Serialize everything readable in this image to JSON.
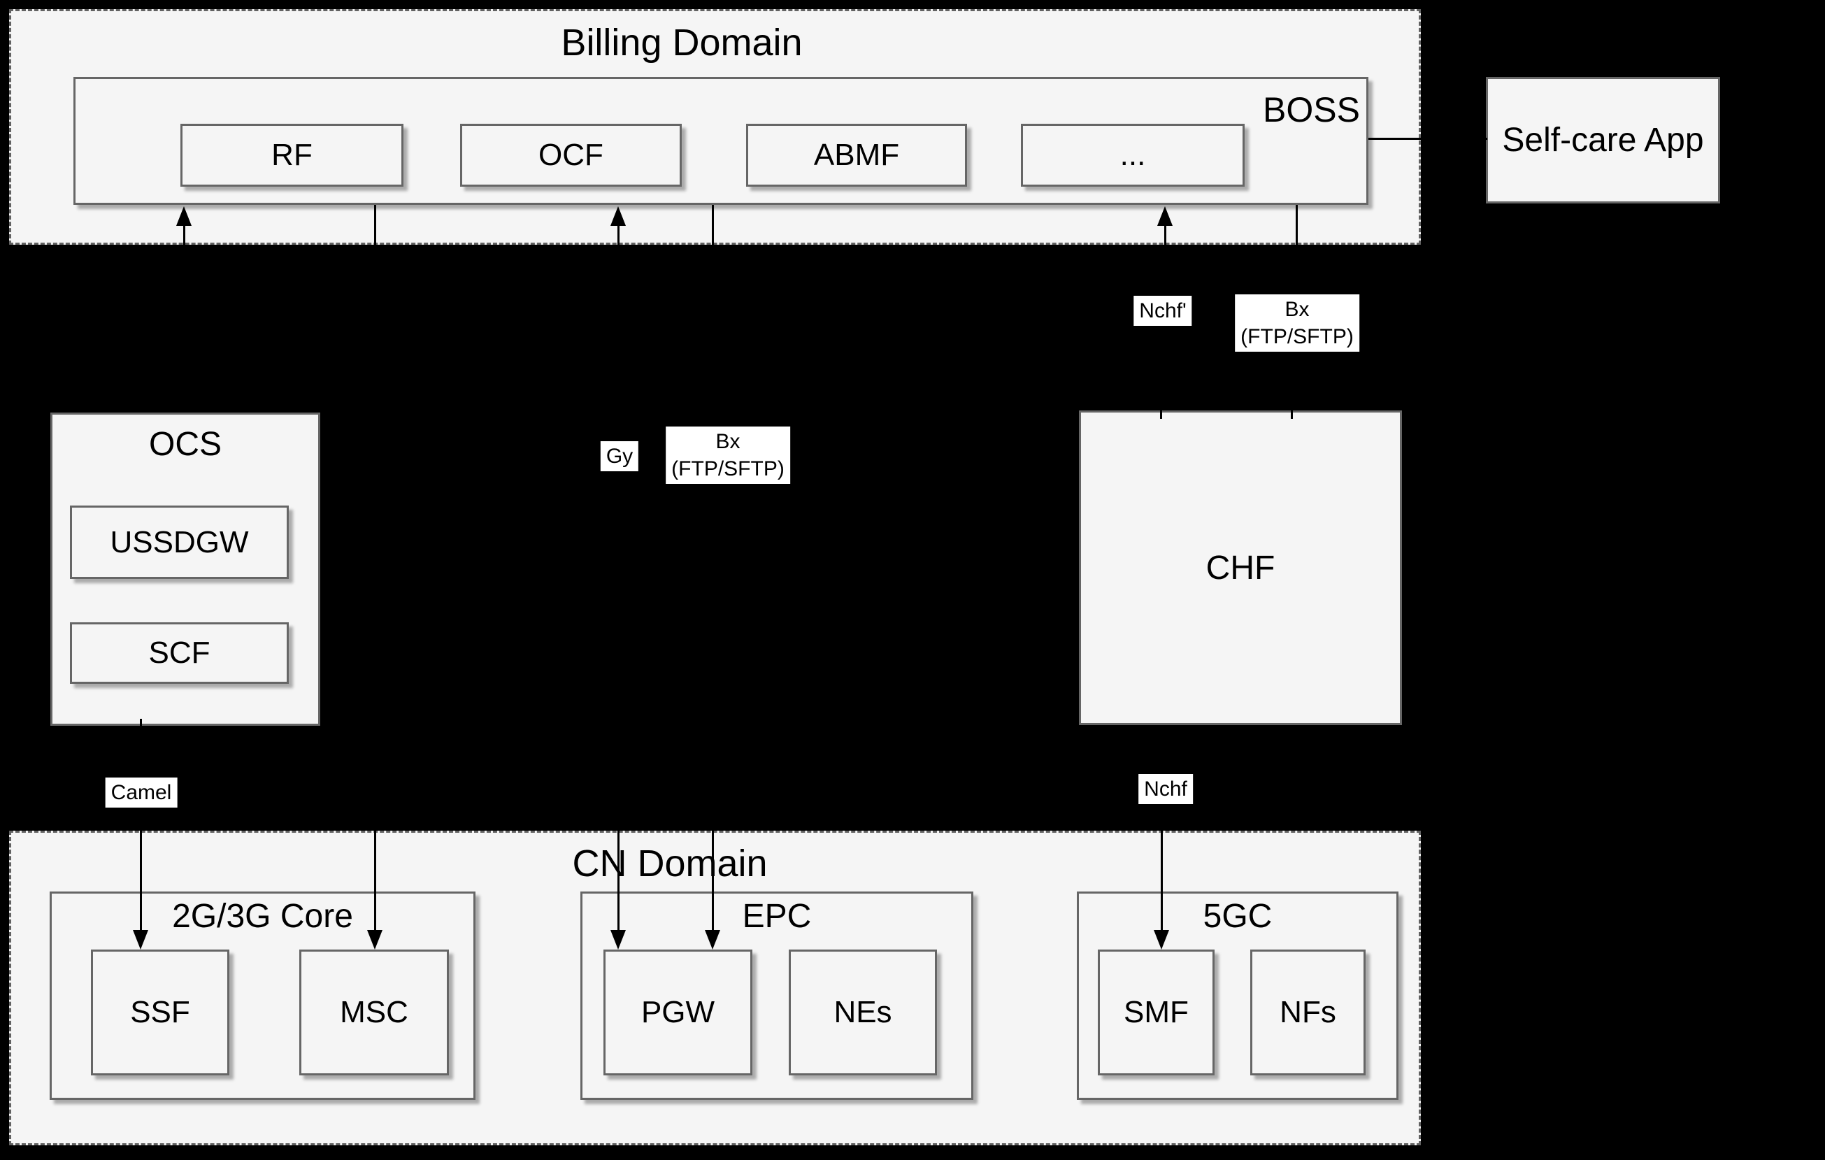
{
  "diagram": {
    "colors": {
      "background": "#000000",
      "box_fill": "#f5f5f5",
      "box_border": "#666666",
      "label_bg": "#ffffff",
      "text": "#000000",
      "connector": "#000000"
    },
    "billing_domain": {
      "title": "Billing Domain",
      "boss_label": "BOSS",
      "modules": [
        {
          "label": "RF"
        },
        {
          "label": "OCF"
        },
        {
          "label": "ABMF"
        },
        {
          "label": "..."
        }
      ]
    },
    "self_care_app": {
      "label": "Self-care App"
    },
    "ocs": {
      "title": "OCS",
      "children": [
        {
          "label": "USSDGW"
        },
        {
          "label": "SCF"
        }
      ]
    },
    "chf": {
      "label": "CHF"
    },
    "interface_labels": {
      "nchf_prime": "Nchf'",
      "bx_right_line1": "Bx",
      "bx_right_line2": "(FTP/SFTP)",
      "gy": "Gy",
      "bx_mid_line1": "Bx",
      "bx_mid_line2": "(FTP/SFTP)",
      "camel": "Camel",
      "nchf": "Nchf"
    },
    "cn_domain": {
      "title": "CN Domain",
      "groups": [
        {
          "title": "2G/3G Core",
          "children": [
            {
              "label": "SSF"
            },
            {
              "label": "MSC"
            }
          ]
        },
        {
          "title": "EPC",
          "children": [
            {
              "label": "PGW"
            },
            {
              "label": "NEs"
            }
          ]
        },
        {
          "title": "5GC",
          "children": [
            {
              "label": "SMF"
            },
            {
              "label": "NFs"
            }
          ]
        }
      ]
    }
  }
}
